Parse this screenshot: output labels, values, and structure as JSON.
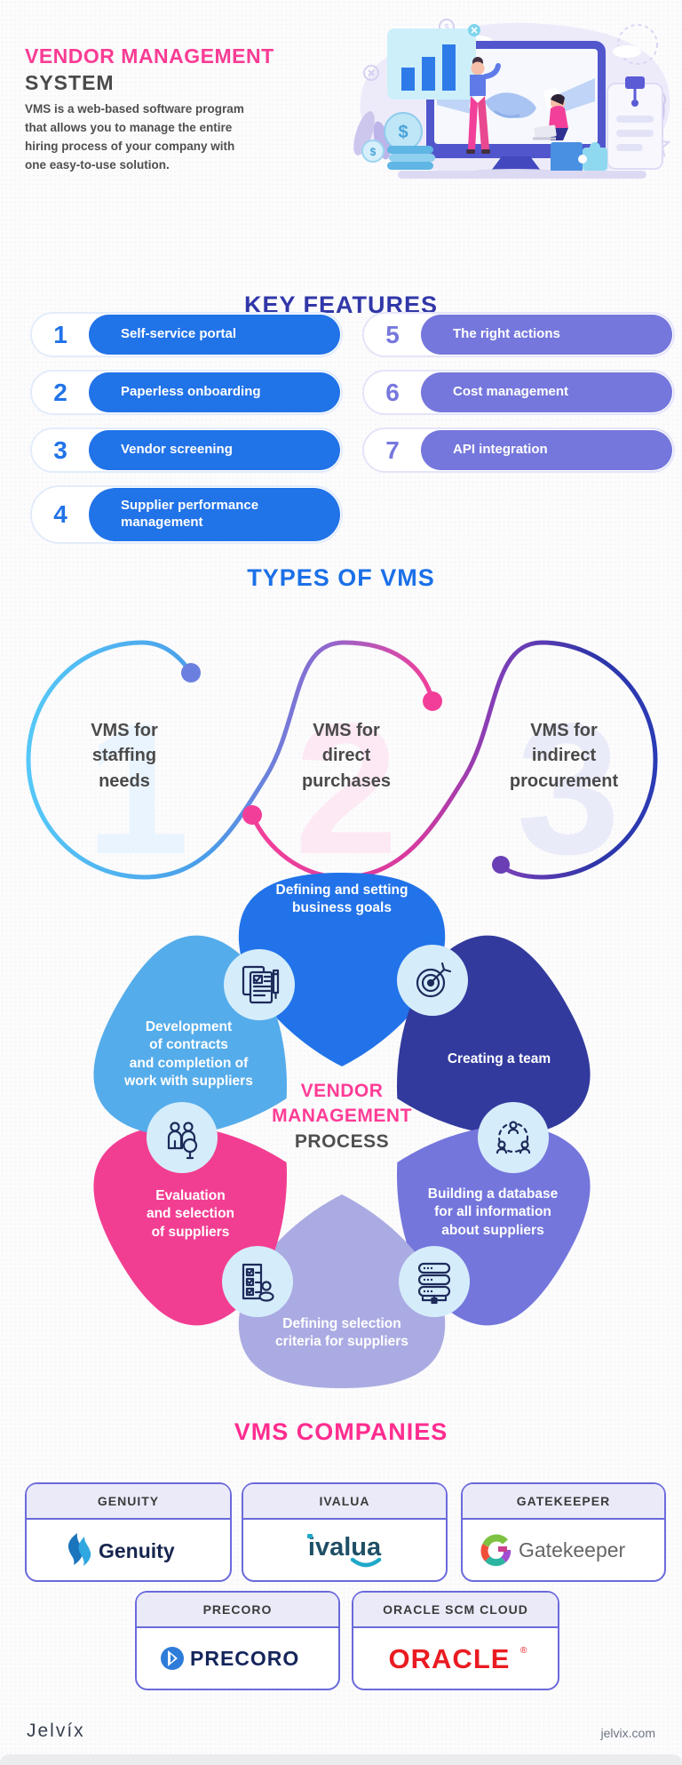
{
  "header": {
    "title_line1": "VENDOR MANAGEMENT",
    "title_line2": "SYSTEM",
    "description": "VMS is a web-based software program\nthat allows you to manage the entire\nhiring process of your company with\none easy-to-use solution."
  },
  "key_features": {
    "title": "KEY FEATURES",
    "left": [
      {
        "num": "1",
        "label": "Self-service portal"
      },
      {
        "num": "2",
        "label": "Paperless onboarding"
      },
      {
        "num": "3",
        "label": "Vendor screening"
      },
      {
        "num": "4",
        "label": "Supplier performance\nmanagement"
      }
    ],
    "right": [
      {
        "num": "5",
        "label": "The right actions"
      },
      {
        "num": "6",
        "label": "Cost management"
      },
      {
        "num": "7",
        "label": "API integration"
      }
    ]
  },
  "types": {
    "title": "TYPES OF VMS",
    "items": [
      {
        "number": "1",
        "label": "VMS for\nstaffing\nneeds"
      },
      {
        "number": "2",
        "label": "VMS for\ndirect\npurchases"
      },
      {
        "number": "3",
        "label": "VMS for\nindirect\nprocurement"
      }
    ]
  },
  "process": {
    "center_line1": "VENDOR",
    "center_line2": "MANAGEMENT",
    "center_line3": "PROCESS",
    "steps": [
      {
        "label": "Defining and setting\nbusiness goals",
        "color": "#2273e9",
        "icon": "contract-document-icon"
      },
      {
        "label": "Creating a team",
        "color": "#323a9d",
        "icon": "target-goal-icon"
      },
      {
        "label": "Building a database\nfor all information\nabout suppliers",
        "color": "#7476dc",
        "icon": "team-network-icon"
      },
      {
        "label": "Defining selection\ncriteria for suppliers",
        "color": "#ababe3",
        "icon": "database-servers-icon"
      },
      {
        "label": "Evaluation\nand selection\nof suppliers",
        "color": "#f23e92",
        "icon": "criteria-checklist-icon"
      },
      {
        "label": "Development\nof contracts\nand completion of\nwork with suppliers",
        "color": "#55acea",
        "icon": "evaluation-search-icon"
      }
    ]
  },
  "companies": {
    "title": "VMS COMPANIES",
    "cards": [
      {
        "header": "GENUITY",
        "brand": "Genuity"
      },
      {
        "header": "IVALUA",
        "brand": "ivalua"
      },
      {
        "header": "GATEKEEPER",
        "brand": "Gatekeeper"
      },
      {
        "header": "PRECORO",
        "brand": "PRECORO"
      },
      {
        "header": "ORACLE SCM CLOUD",
        "brand": "ORACLE"
      }
    ]
  },
  "footer": {
    "brand": "Jelvíx",
    "website": "jelvix.com"
  },
  "colors": {
    "accent_pink": "#fa3c94",
    "features_title": "#3137a8",
    "types_title": "#1b70e8",
    "companies_title": "#ff2d8f",
    "pill_blue": "#2173e8",
    "pill_purple": "#7577dc",
    "icon_circle_bg": "#d5edfb",
    "icon_stroke": "#1d2a5a",
    "oracle_red": "#ea1b22",
    "genuity_navy": "#17264f",
    "ivalua_dark": "#1f4f66",
    "ivalua_teal": "#1fa8c9",
    "precoro_navy": "#15255b",
    "gatekeeper_gray": "#666666"
  }
}
